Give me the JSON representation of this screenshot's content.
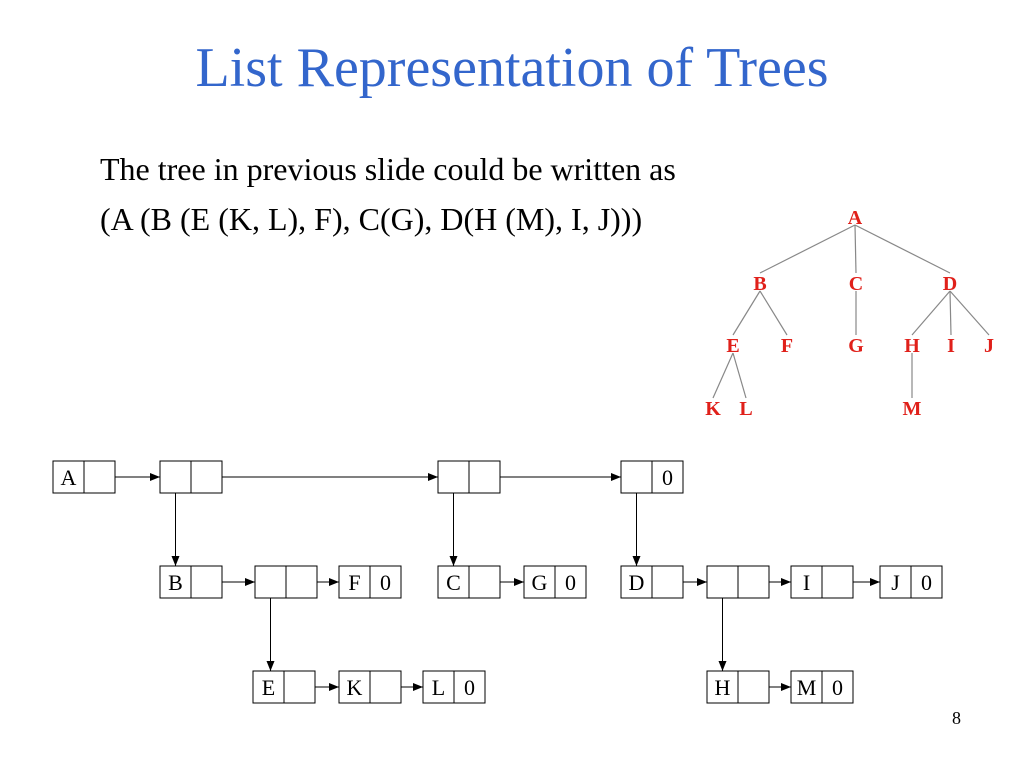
{
  "slide": {
    "title": "List Representation of Trees",
    "body_line1": "The tree in previous slide could be written as",
    "body_line2": "(A (B (E (K, L), F), C(G), D(H (M), I, J)))",
    "slide_number": "8"
  },
  "colors": {
    "title": "#3366cc",
    "tree_label": "#e0201a",
    "edge": "#888888"
  },
  "tree": {
    "nodes": [
      {
        "id": "A",
        "label": "A"
      },
      {
        "id": "B",
        "label": "B"
      },
      {
        "id": "C",
        "label": "C"
      },
      {
        "id": "D",
        "label": "D"
      },
      {
        "id": "E",
        "label": "E"
      },
      {
        "id": "F",
        "label": "F"
      },
      {
        "id": "G",
        "label": "G"
      },
      {
        "id": "H",
        "label": "H"
      },
      {
        "id": "I",
        "label": "I"
      },
      {
        "id": "J",
        "label": "J"
      },
      {
        "id": "K",
        "label": "K"
      },
      {
        "id": "L",
        "label": "L"
      },
      {
        "id": "M",
        "label": "M"
      }
    ],
    "edges": [
      [
        "A",
        "B"
      ],
      [
        "A",
        "C"
      ],
      [
        "A",
        "D"
      ],
      [
        "B",
        "E"
      ],
      [
        "B",
        "F"
      ],
      [
        "C",
        "G"
      ],
      [
        "D",
        "H"
      ],
      [
        "D",
        "I"
      ],
      [
        "D",
        "J"
      ],
      [
        "E",
        "K"
      ],
      [
        "E",
        "L"
      ],
      [
        "H",
        "M"
      ]
    ]
  },
  "list": {
    "cells": [
      {
        "id": "a",
        "data": "A",
        "link": ""
      },
      {
        "id": "r1",
        "data": "",
        "link": ""
      },
      {
        "id": "r2",
        "data": "",
        "link": ""
      },
      {
        "id": "r3",
        "data": "",
        "link": "0"
      },
      {
        "id": "b",
        "data": "B",
        "link": ""
      },
      {
        "id": "b1",
        "data": "",
        "link": ""
      },
      {
        "id": "f",
        "data": "F",
        "link": "0"
      },
      {
        "id": "c",
        "data": "C",
        "link": ""
      },
      {
        "id": "g",
        "data": "G",
        "link": "0"
      },
      {
        "id": "d",
        "data": "D",
        "link": ""
      },
      {
        "id": "d1",
        "data": "",
        "link": ""
      },
      {
        "id": "i",
        "data": "I",
        "link": ""
      },
      {
        "id": "j",
        "data": "J",
        "link": "0"
      },
      {
        "id": "e",
        "data": "E",
        "link": ""
      },
      {
        "id": "k",
        "data": "K",
        "link": ""
      },
      {
        "id": "l",
        "data": "L",
        "link": "0"
      },
      {
        "id": "h",
        "data": "H",
        "link": ""
      },
      {
        "id": "m",
        "data": "M",
        "link": "0"
      }
    ],
    "next_arrows": [
      [
        "a",
        "r1"
      ],
      [
        "r1",
        "r2"
      ],
      [
        "r2",
        "r3"
      ],
      [
        "b",
        "b1"
      ],
      [
        "b1",
        "f"
      ],
      [
        "c",
        "g"
      ],
      [
        "d",
        "d1"
      ],
      [
        "d1",
        "i"
      ],
      [
        "i",
        "j"
      ],
      [
        "e",
        "k"
      ],
      [
        "k",
        "l"
      ],
      [
        "h",
        "m"
      ]
    ],
    "down_arrows": [
      [
        "r1",
        "b"
      ],
      [
        "r2",
        "c"
      ],
      [
        "r3",
        "d"
      ],
      [
        "b1",
        "e"
      ],
      [
        "d1",
        "h"
      ]
    ]
  }
}
